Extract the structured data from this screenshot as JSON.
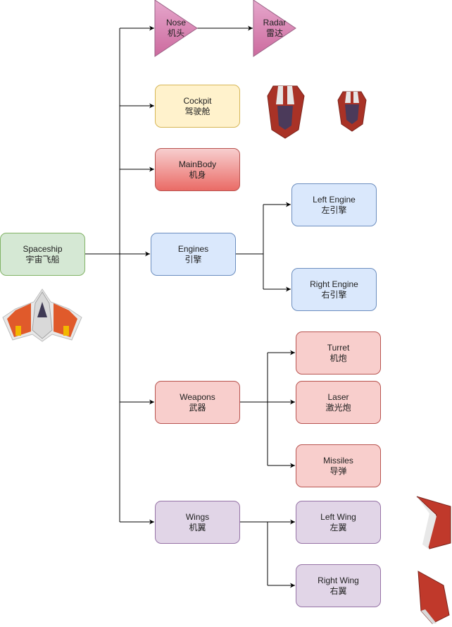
{
  "nodes": {
    "spaceship": {
      "label": "Spaceship",
      "sublabel": "宇宙飞船"
    },
    "nose": {
      "label": "Nose",
      "sublabel": "机头"
    },
    "radar": {
      "label": "Radar",
      "sublabel": "雷达"
    },
    "cockpit": {
      "label": "Cockpit",
      "sublabel": "驾驶舱"
    },
    "mainbody": {
      "label": "MainBody",
      "sublabel": "机身"
    },
    "engines": {
      "label": "Engines",
      "sublabel": "引擎"
    },
    "left_engine": {
      "label": "Left Engine",
      "sublabel": "左引擎"
    },
    "right_engine": {
      "label": "Right Engine",
      "sublabel": "右引擎"
    },
    "weapons": {
      "label": "Weapons",
      "sublabel": "武器"
    },
    "turret": {
      "label": "Turret",
      "sublabel": "机炮"
    },
    "laser": {
      "label": "Laser",
      "sublabel": "激光炮"
    },
    "missiles": {
      "label": "Missiles",
      "sublabel": "导弹"
    },
    "wings": {
      "label": "Wings",
      "sublabel": "机翼"
    },
    "left_wing": {
      "label": "Left Wing",
      "sublabel": "左翼"
    },
    "right_wing": {
      "label": "Right Wing",
      "sublabel": "右翼"
    }
  },
  "colors": {
    "edge": "#000000",
    "triangle_fill_top": "#e6a7cc",
    "triangle_fill_bottom": "#cc6a9e",
    "triangle_stroke": "#996185",
    "ship_red": "#c0392b",
    "ship_orange": "#e05a2b",
    "ship_grey": "#d9d9d9"
  },
  "icons": [
    "spaceship-sprite-icon",
    "cockpit-sprite-icon",
    "cockpit-small-sprite-icon",
    "left-wing-sprite-icon",
    "right-wing-sprite-icon"
  ]
}
